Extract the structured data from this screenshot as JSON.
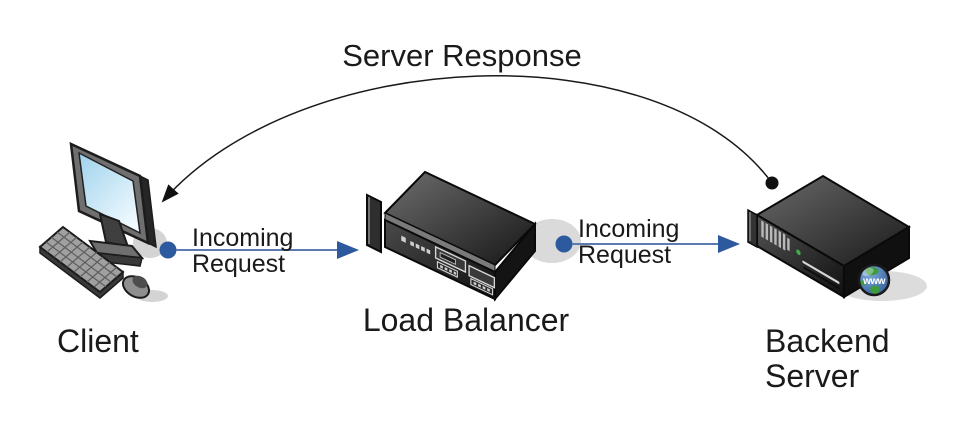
{
  "diagram": {
    "title": "Server Response",
    "nodes": [
      {
        "id": "client",
        "label": "Client",
        "icon": "desktop-computer-icon"
      },
      {
        "id": "load-balancer",
        "label": "Load Balancer",
        "icon": "rack-appliance-icon"
      },
      {
        "id": "backend-server",
        "label_line1": "Backend",
        "label_line2": "Server",
        "icon": "server-tower-icon",
        "globe_badge": "www"
      }
    ],
    "edges": [
      {
        "id": "client-to-load-balancer",
        "label_line1": "Incoming",
        "label_line2": "Request",
        "style": "straight-arrow",
        "color": "#2d5a9e"
      },
      {
        "id": "load-balancer-to-backend",
        "label_line1": "Incoming",
        "label_line2": "Request",
        "style": "straight-arrow",
        "color": "#2d5a9e"
      },
      {
        "id": "backend-to-client",
        "label": "Server Response",
        "style": "curved-arrow",
        "color": "#1a1a1a"
      }
    ],
    "colors": {
      "arrow_blue": "#2d5a9e",
      "arrow_blue_line": "#5b7bb2",
      "ink": "#1a1a1a",
      "screen_blue": "#a5d6ee",
      "background": "#ffffff"
    }
  }
}
